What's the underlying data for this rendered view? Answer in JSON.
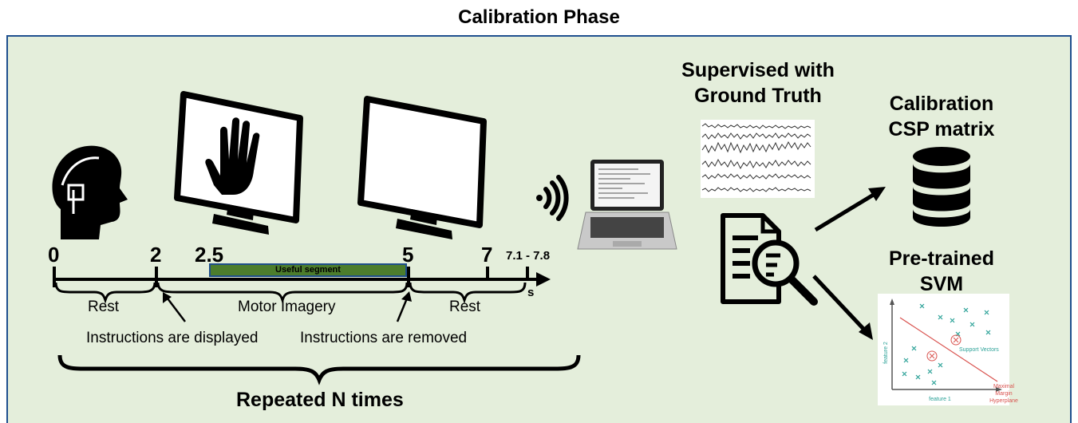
{
  "title": "Calibration Phase",
  "timeline": {
    "ticks": [
      "0",
      "2",
      "2.5",
      "5",
      "7",
      "7.1 - 7.8"
    ],
    "unit": "s",
    "useful_segment": "Useful segment",
    "phases": [
      "Rest",
      "Motor Imagery",
      "Rest"
    ],
    "annotations": [
      "Instructions are displayed",
      "Instructions are removed"
    ],
    "repeat": "Repeated N times"
  },
  "supervision": {
    "line1": "Supervised with",
    "line2": "Ground Truth"
  },
  "csp": {
    "line1": "Calibration",
    "line2": "CSP matrix"
  },
  "svm": {
    "line1": "Pre-trained",
    "line2": "SVM",
    "feature1": "feature 1",
    "feature2": "feature 2",
    "support_vectors": "Support Vectors",
    "hyperplane": [
      "Maximal",
      "Margin",
      "Hyperplane"
    ]
  },
  "colors": {
    "panel_bg": "#e4eedb",
    "panel_border": "#1f4f8f",
    "segment_fill": "#4c7d2c",
    "hyperplane": "#d9534f",
    "svm_text": "#2aa197"
  }
}
